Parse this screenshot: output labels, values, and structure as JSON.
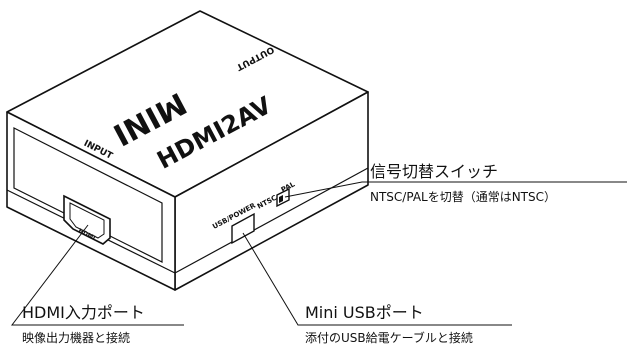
{
  "device": {
    "brand": "MINI",
    "model": "HDMI2AV",
    "labels": {
      "output": "OUTPUT",
      "input": "INPUT",
      "hdmi": "HDMI",
      "usb_power": "USB/POWER",
      "ntsc": "NTSC",
      "pal": "PAL"
    }
  },
  "callouts": {
    "switch": {
      "title": "信号切替スイッチ",
      "desc": "NTSC/PALを切替（通常はNTSC）"
    },
    "hdmi": {
      "title": "HDMI入力ポート",
      "desc": "映像出力機器と接続"
    },
    "usb": {
      "title": "Mini USBポート",
      "desc": "添付のUSB給電ケーブルと接続"
    }
  }
}
